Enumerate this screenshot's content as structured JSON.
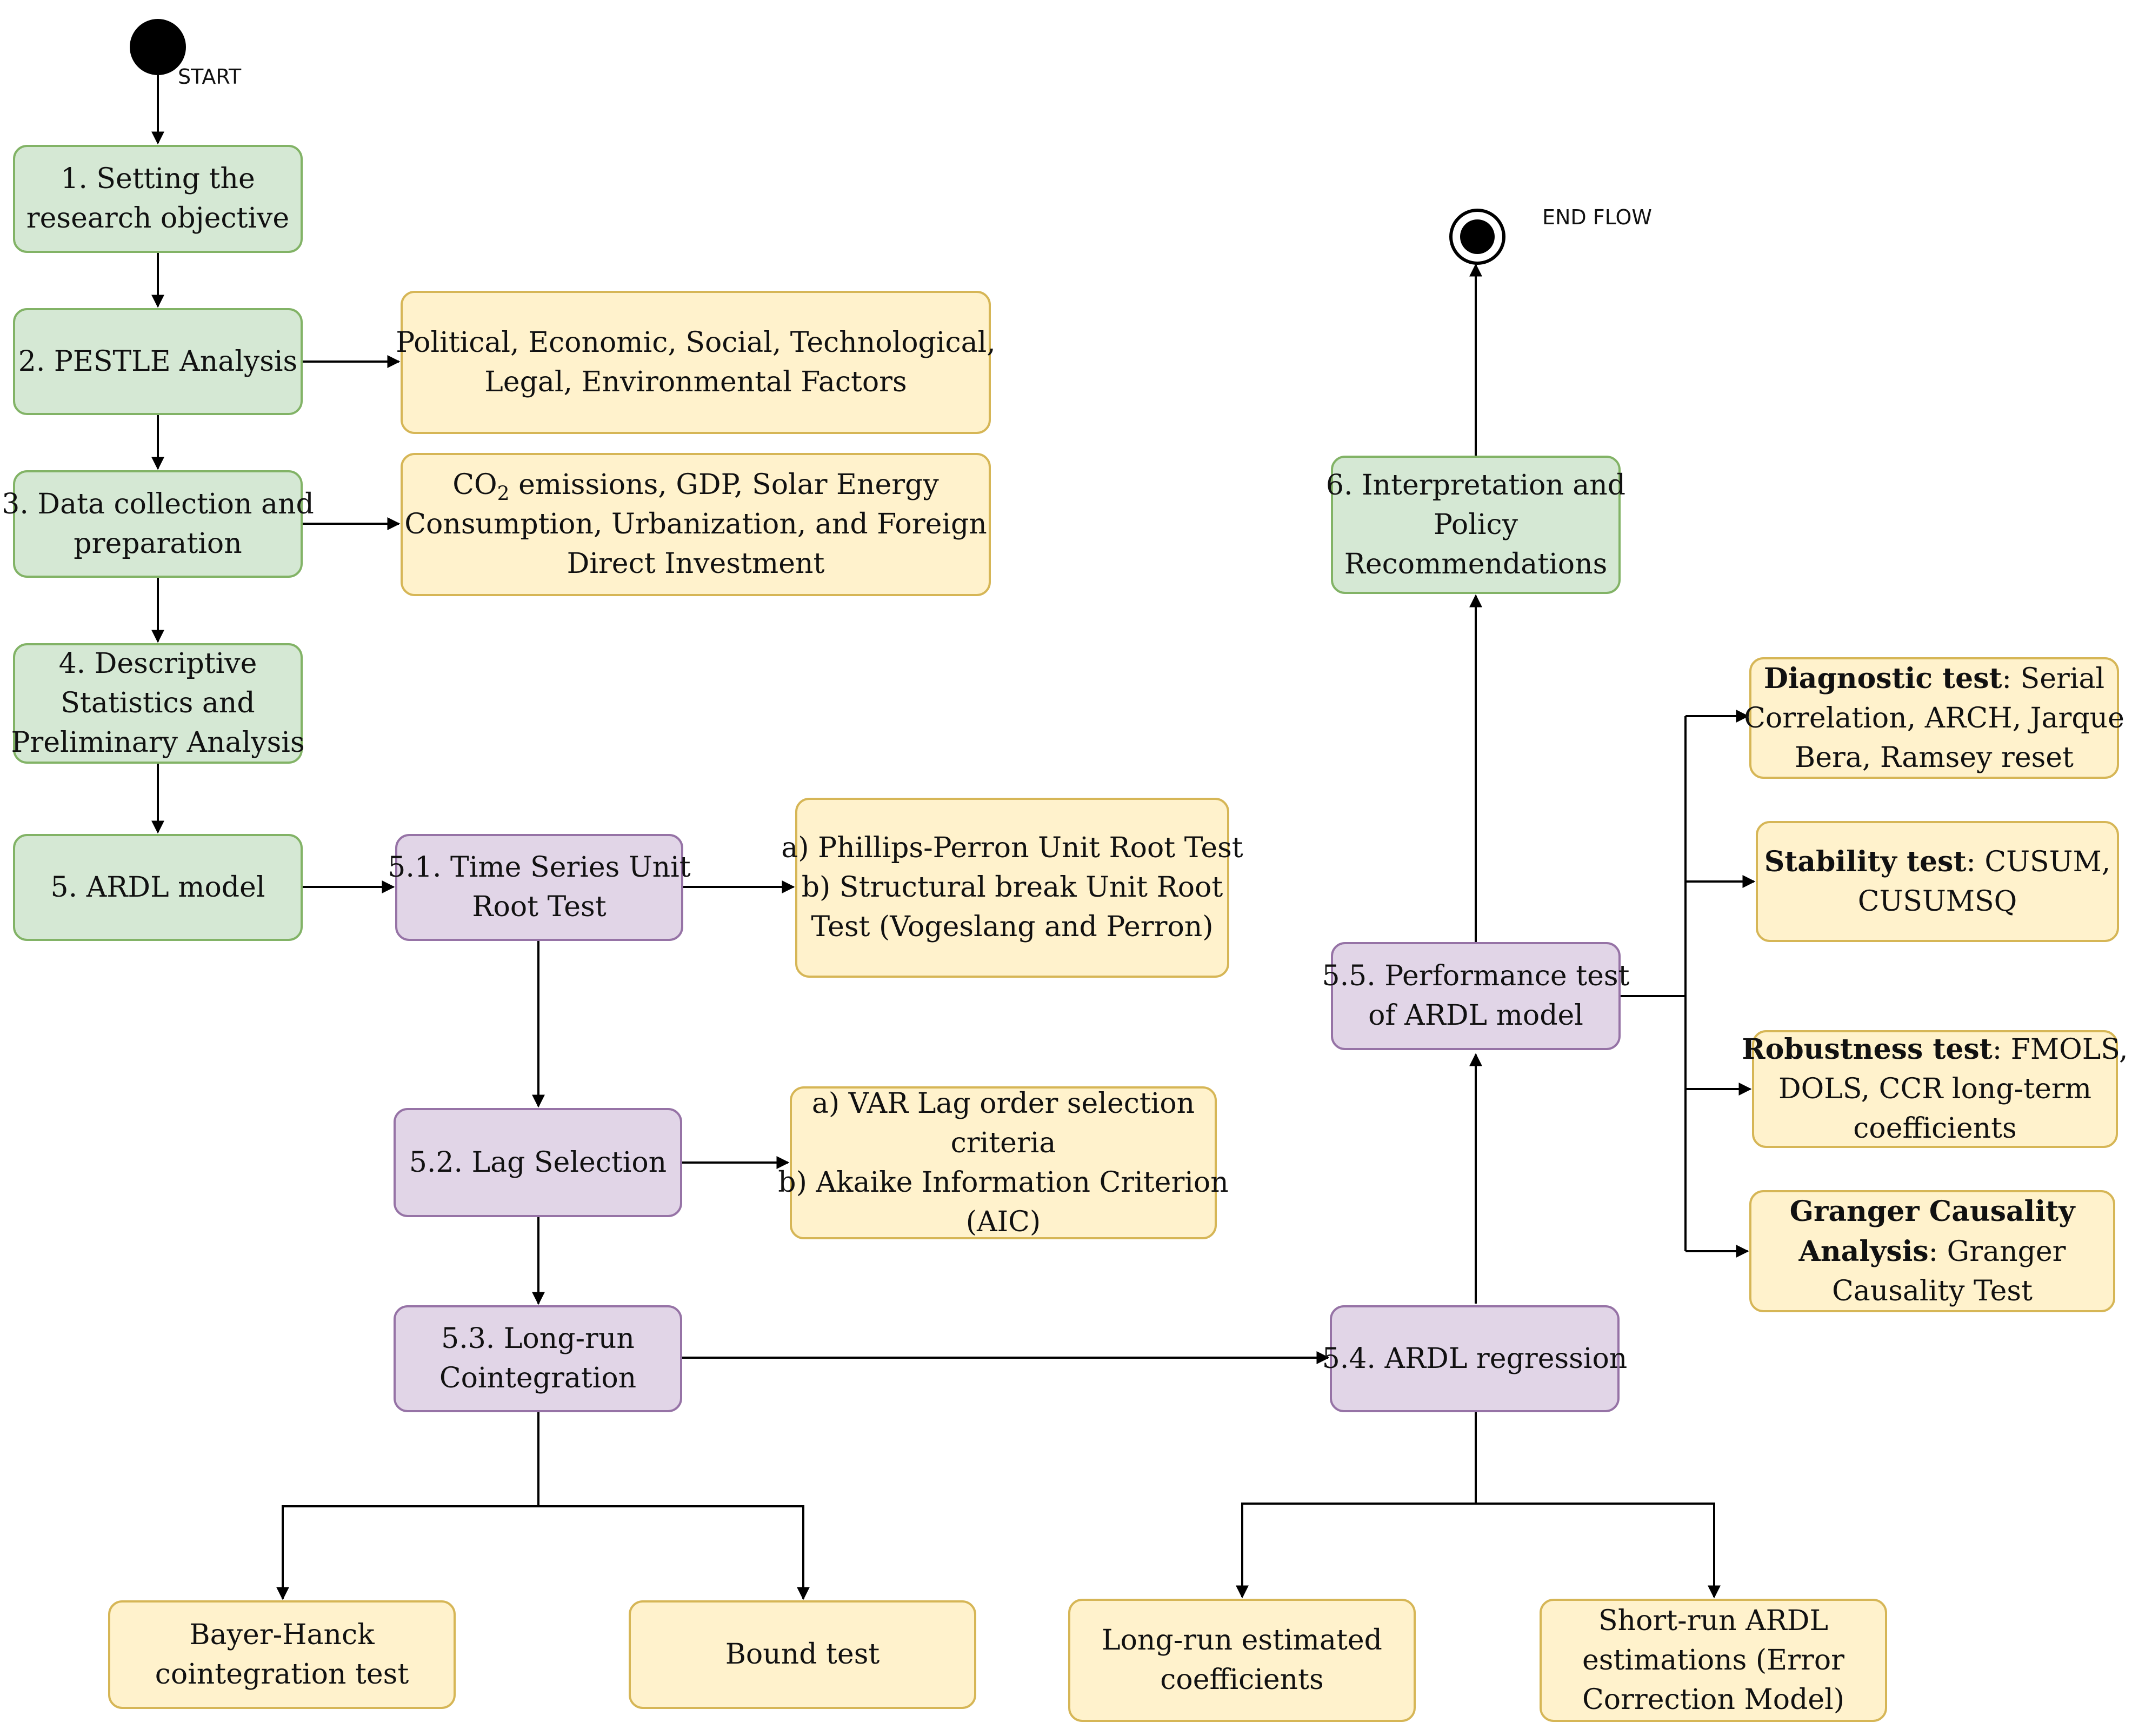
{
  "start": {
    "label": "START"
  },
  "end": {
    "label": "END FLOW"
  },
  "steps": {
    "s1": [
      "1. Setting the",
      "research objective"
    ],
    "s2": [
      "2. PESTLE Analysis"
    ],
    "s3": [
      "3. Data collection and",
      "preparation"
    ],
    "s4": [
      "4. Descriptive",
      "Statistics and",
      "Preliminary Analysis"
    ],
    "s5": [
      "5. ARDL model"
    ],
    "s6": [
      "6. Interpretation and",
      "Policy",
      "Recommendations"
    ]
  },
  "substeps": {
    "s51": [
      "5.1. Time Series Unit",
      "Root Test"
    ],
    "s52": [
      "5.2. Lag Selection"
    ],
    "s53": [
      "5.3. Long-run",
      "Cointegration"
    ],
    "s54": [
      "5.4. ARDL regression"
    ],
    "s55": [
      "5.5. Performance test",
      "of ARDL model"
    ]
  },
  "details": {
    "pestle": [
      "Political, Economic, Social, Technological,",
      "Legal, Environmental Factors"
    ],
    "data": {
      "co2_main": "CO",
      "co2_sub": "2",
      "line1_rest": " emissions, GDP, Solar Energy",
      "line2": "Consumption, Urbanization, and Foreign",
      "line3": "Direct Investment"
    },
    "unit_root": [
      "a) Phillips-Perron Unit Root Test",
      "b) Structural break Unit Root",
      "Test (Vogeslang and Perron)"
    ],
    "lag": [
      "a) VAR Lag order selection",
      "criteria",
      "b) Akaike Information Criterion",
      "(AIC)"
    ],
    "bayer": [
      "Bayer-Hanck",
      "cointegration test"
    ],
    "bound": [
      "Bound test"
    ],
    "long_run": [
      "Long-run estimated",
      "coefficients"
    ],
    "short_run": [
      "Short-run ARDL",
      "estimations (Error",
      "Correction Model)"
    ],
    "diagnostic": {
      "bold": "Diagnostic test",
      "rest": ": Serial",
      "line2": "Correlation, ARCH, Jarque",
      "line3": "Bera, Ramsey reset"
    },
    "stability": {
      "bold": "Stability test",
      "rest": ": CUSUM,",
      "line2": "CUSUMSQ"
    },
    "robustness": {
      "bold": "Robustness test",
      "rest": ": FMOLS,",
      "line2": "DOLS, CCR long-term",
      "line3": "coefficients"
    },
    "granger": {
      "bold1": "Granger Causality",
      "bold2": "Analysis",
      "rest2": ": Granger",
      "line3": "Causality Test"
    }
  },
  "colors": {
    "green_fill": "#d5e8d4",
    "green_stroke": "#82b366",
    "yellow_fill": "#fff2cc",
    "yellow_stroke": "#d6b656",
    "purple_fill": "#e1d5e7",
    "purple_stroke": "#9673a6",
    "edge": "#000000"
  }
}
